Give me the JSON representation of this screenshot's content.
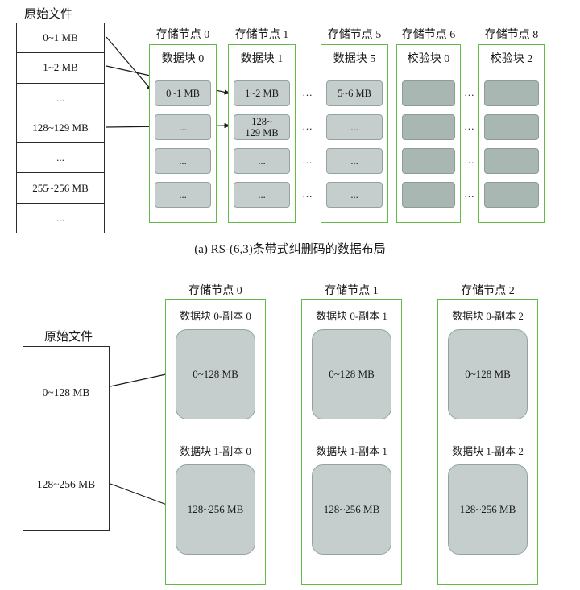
{
  "figure_a": {
    "file_label": "原始文件",
    "file_rows": [
      "0~1 MB",
      "1~2 MB",
      "...",
      "128~129 MB",
      "...",
      "255~256 MB",
      "..."
    ],
    "gap_dots": "...",
    "nodes": [
      {
        "title": "存储节点 0",
        "block_title": "数据块 0",
        "type": "data",
        "cells": [
          "0~1 MB",
          "...",
          "...",
          "..."
        ]
      },
      {
        "title": "存储节点 1",
        "block_title": "数据块 1",
        "type": "data",
        "cells": [
          "1~2 MB",
          "128~\n129 MB",
          "...",
          "..."
        ]
      },
      {
        "title": "存储节点 5",
        "block_title": "数据块 5",
        "type": "data",
        "cells": [
          "5~6 MB",
          "...",
          "...",
          "..."
        ]
      },
      {
        "title": "存储节点 6",
        "block_title": "校验块 0",
        "type": "parity",
        "cells": [
          "",
          "",
          "",
          ""
        ]
      },
      {
        "title": "存储节点 8",
        "block_title": "校验块 2",
        "type": "parity",
        "cells": [
          "",
          "",
          "",
          ""
        ]
      }
    ],
    "caption": "(a) RS-(6,3)条带式纠删码的数据布局"
  },
  "figure_b": {
    "file_label": "原始文件",
    "file_rows": [
      "0~128 MB",
      "128~256 MB"
    ],
    "nodes": [
      {
        "title": "存储节点 0",
        "blocks": [
          {
            "label": "数据块 0-副本 0",
            "value": "0~128 MB"
          },
          {
            "label": "数据块 1-副本 0",
            "value": "128~256 MB"
          }
        ]
      },
      {
        "title": "存储节点 1",
        "blocks": [
          {
            "label": "数据块 0-副本 1",
            "value": "0~128 MB"
          },
          {
            "label": "数据块 1-副本 1",
            "value": "128~256 MB"
          }
        ]
      },
      {
        "title": "存储节点 2",
        "blocks": [
          {
            "label": "数据块 0-副本 2",
            "value": "0~128 MB"
          },
          {
            "label": "数据块 1-副本 2",
            "value": "128~256 MB"
          }
        ]
      }
    ]
  },
  "colors": {
    "node_border": "#62bb46",
    "data_fill": "#c6cecd",
    "data_border": "#93a4a0",
    "parity_fill": "#a9b7b3"
  }
}
